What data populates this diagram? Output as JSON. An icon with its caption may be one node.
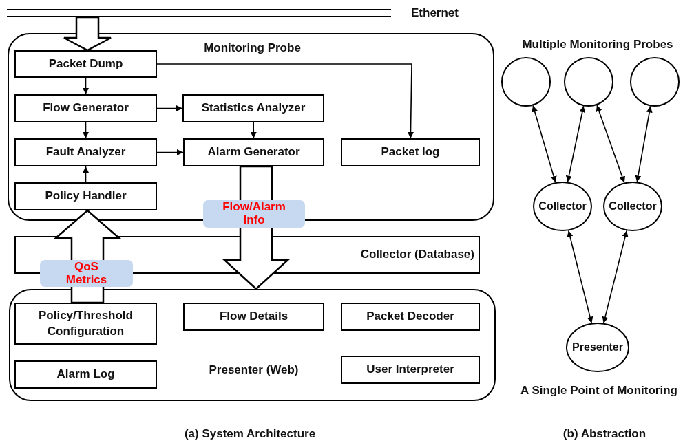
{
  "diagram": {
    "nodes": [
      {
        "text": [],
        "shape": "bar",
        "beside": [
          "Ethernet"
        ]
      },
      {
        "text": [
          "Monitoring Probe"
        ]
      },
      {
        "text": [
          "Packet Dump"
        ],
        "in": 1
      },
      {
        "text": [
          "Flow Generator"
        ],
        "in": 1
      },
      {
        "text": [
          "Statistics Analyzer"
        ],
        "in": 1
      },
      {
        "text": [
          "Fault Analyzer"
        ],
        "in": 1
      },
      {
        "text": [
          "Alarm Generator"
        ],
        "in": 1
      },
      {
        "text": [
          "Packet log"
        ],
        "in": 1
      },
      {
        "text": [
          "Policy Handler"
        ],
        "in": 1
      },
      {
        "text": [
          "Collector (Database)"
        ]
      },
      {
        "text": [
          "Presenter (Web)"
        ]
      },
      {
        "text": [
          "Policy/Threshold Configuration"
        ],
        "in": 10
      },
      {
        "text": [
          "Flow Details"
        ],
        "in": 10
      },
      {
        "text": [
          "Packet Decoder"
        ],
        "in": 10
      },
      {
        "text": [
          "Alarm Log"
        ],
        "in": 10
      },
      {
        "text": [
          "User Interpreter"
        ],
        "in": 10
      },
      {
        "text": [],
        "shape": "circle"
      },
      {
        "text": [],
        "shape": "circle"
      },
      {
        "text": [],
        "shape": "circle"
      },
      {
        "text": [
          "Collector"
        ]
      },
      {
        "text": [
          "Collector"
        ]
      },
      {
        "text": [
          "Presenter"
        ]
      }
    ],
    "edges": [
      {
        "from": 0,
        "to": 2,
        "arrow": "to",
        "style": "thick"
      },
      {
        "from": 2,
        "to": 3,
        "arrow": "to"
      },
      {
        "from": 3,
        "to": 5,
        "arrow": "to"
      },
      {
        "from": 8,
        "to": 5,
        "arrow": "to"
      },
      {
        "from": 3,
        "to": 4,
        "arrow": "to"
      },
      {
        "from": 5,
        "to": 6,
        "arrow": "to"
      },
      {
        "from": 4,
        "to": 6,
        "arrow": "to"
      },
      {
        "from": 2,
        "to": 7,
        "arrow": "to"
      },
      {
        "from": 6,
        "to": 10,
        "arrow": "to",
        "style": "thick",
        "label": "Flow/Alarm Info"
      },
      {
        "from": 11,
        "to": 8,
        "arrow": "to",
        "style": "thick",
        "label": "QoS Metrics"
      },
      {
        "from": 16,
        "to": 19,
        "arrow": "both"
      },
      {
        "from": 17,
        "to": 19,
        "arrow": "both"
      },
      {
        "from": 17,
        "to": 20,
        "arrow": "both"
      },
      {
        "from": 18,
        "to": 20,
        "arrow": "both"
      },
      {
        "from": 19,
        "to": 21,
        "arrow": "both"
      },
      {
        "from": 20,
        "to": 21,
        "arrow": "both"
      }
    ],
    "labels": [
      "Multiple Monitoring Probes",
      "A Single Point of Monitoring",
      "(a) System Architecture",
      "(b) Abstraction"
    ]
  }
}
